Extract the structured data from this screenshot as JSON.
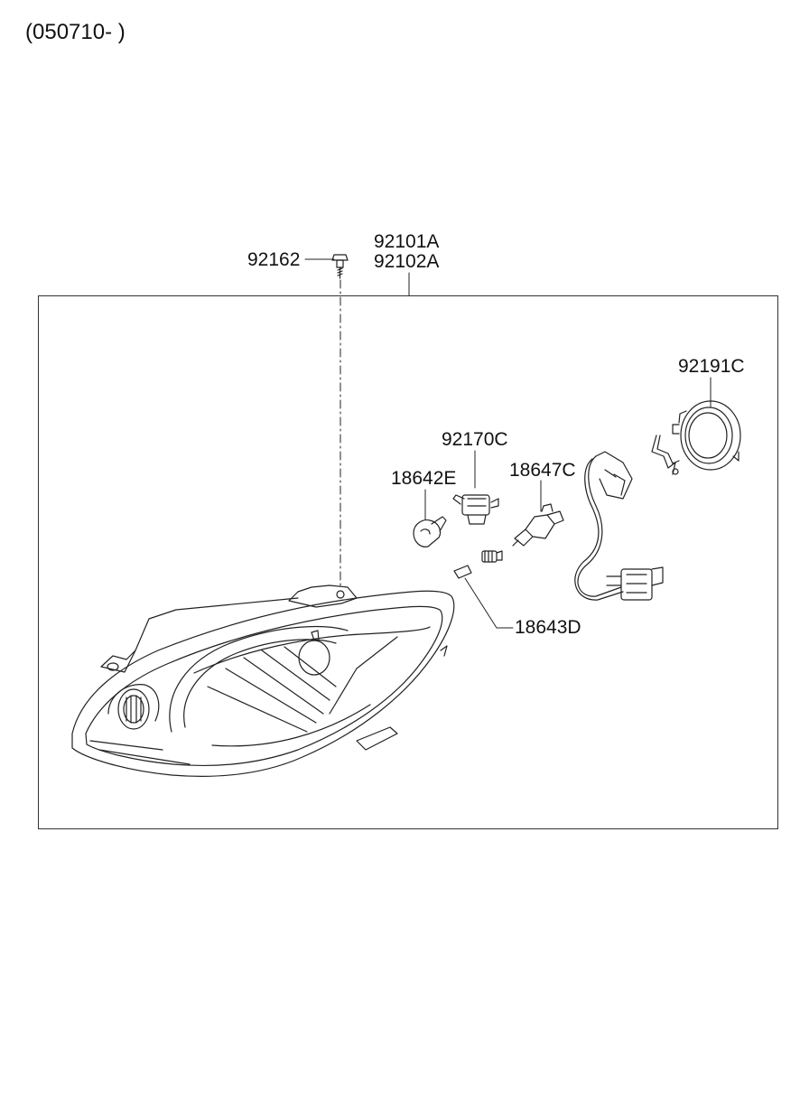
{
  "diagram": {
    "date_code": "(050710- )",
    "parts": [
      {
        "id": "92162",
        "label": "92162"
      },
      {
        "id": "92101A",
        "label": "92101A"
      },
      {
        "id": "92102A",
        "label": "92102A"
      },
      {
        "id": "92191C",
        "label": "92191C"
      },
      {
        "id": "92170C",
        "label": "92170C"
      },
      {
        "id": "18642E",
        "label": "18642E"
      },
      {
        "id": "18647C",
        "label": "18647C"
      },
      {
        "id": "18643D",
        "label": "18643D"
      }
    ]
  }
}
